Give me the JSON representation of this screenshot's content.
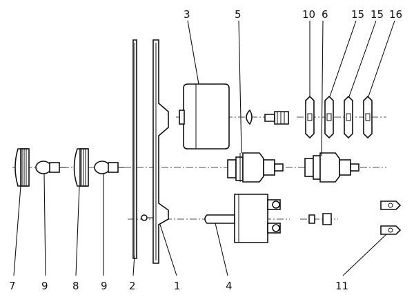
{
  "labels": {
    "n1": "1",
    "n2": "2",
    "n3": "3",
    "n4": "4",
    "n5": "5",
    "n6": "6",
    "n7": "7",
    "n8": "8",
    "n9a": "9",
    "n9b": "9",
    "n10": "10",
    "n11": "11",
    "n15a": "15",
    "n15b": "15",
    "n16": "16"
  }
}
